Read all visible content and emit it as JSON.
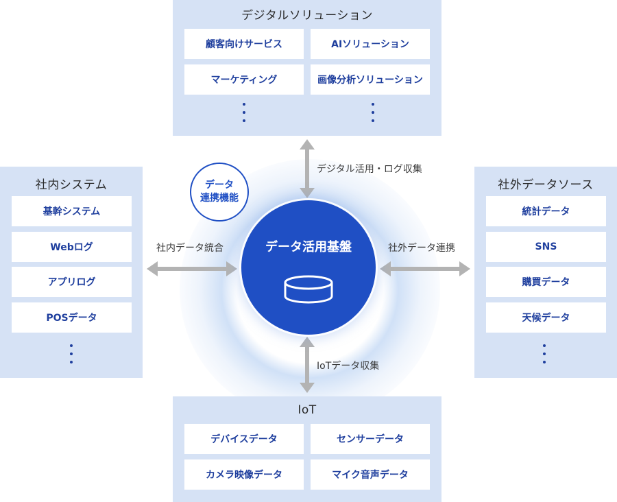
{
  "center": {
    "title": "データ活用基盤",
    "icon": "database-icon",
    "badge_line1": "データ",
    "badge_line2": "連携機能"
  },
  "top_panel": {
    "title": "デジタルソリューション",
    "items": [
      "顧客向けサービス",
      "AIソリューション",
      "マーケティング",
      "画像分析ソリューション"
    ]
  },
  "left_panel": {
    "title": "社内システム",
    "items": [
      "基幹システム",
      "Webログ",
      "アプリログ",
      "POSデータ"
    ]
  },
  "right_panel": {
    "title": "社外データソース",
    "items": [
      "統計データ",
      "SNS",
      "購買データ",
      "天候データ"
    ]
  },
  "bottom_panel": {
    "title": "IoT",
    "items": [
      "デバイスデータ",
      "センサーデータ",
      "カメラ映像データ",
      "マイク音声データ"
    ]
  },
  "connections": {
    "top": "デジタル活用・ログ収集",
    "left": "社内データ統合",
    "right": "社外データ連携",
    "bottom": "IoTデータ収集"
  },
  "colors": {
    "panel_bg": "#d6e2f5",
    "accent": "#1f4fc4",
    "item_text": "#1f3f9e",
    "arrow": "#b3b3b3"
  }
}
